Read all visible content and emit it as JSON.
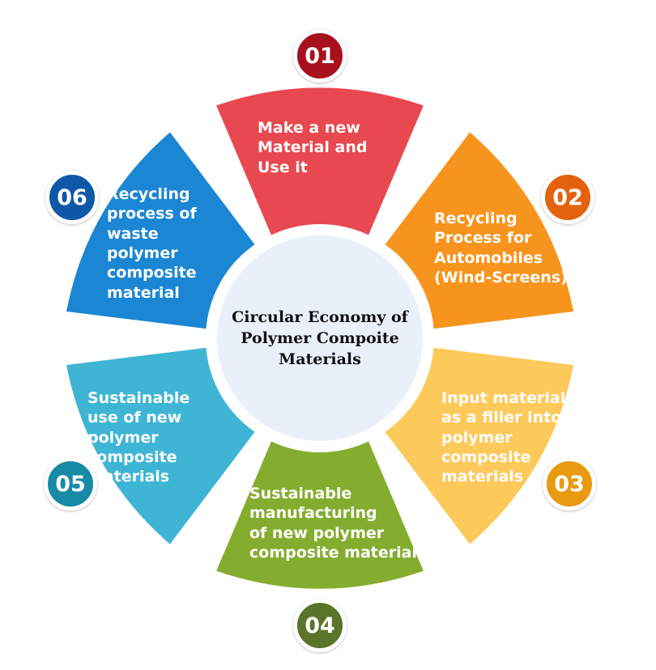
{
  "title_lines": [
    "Circular Economy of",
    "Polymer Compoite",
    "Materials"
  ],
  "segments": [
    {
      "number": "01",
      "lines": [
        "Make a new",
        "Material and",
        "Use it"
      ],
      "color": "#e8484f",
      "badge_color": "#a8101d"
    },
    {
      "number": "02",
      "lines": [
        "Recycling",
        "Process for",
        "Automobiles",
        "(Wind-Screens)"
      ],
      "color": "#f7941d",
      "badge_color": "#e4620e"
    },
    {
      "number": "03",
      "lines": [
        "Input material",
        "as a filler into",
        "polymer",
        "composite",
        "materials"
      ],
      "color": "#fdc95a",
      "badge_color": "#e99a10"
    },
    {
      "number": "04",
      "lines": [
        "Sustainable",
        "manufacturing",
        "of new polymer",
        "composite materials"
      ],
      "color": "#84ad2f",
      "badge_color": "#5a742a"
    },
    {
      "number": "05",
      "lines": [
        "Sustainable",
        "use of new",
        "polymer",
        "composite",
        "materials"
      ],
      "color": "#3eb5d5",
      "badge_color": "#178aa6"
    },
    {
      "number": "06",
      "lines": [
        "Recycling",
        "process of",
        "waste",
        "polymer",
        "composite",
        "material"
      ],
      "color": "#1b86d3",
      "badge_color": "#0f58a8"
    }
  ],
  "center_color": "#eaf0f9"
}
